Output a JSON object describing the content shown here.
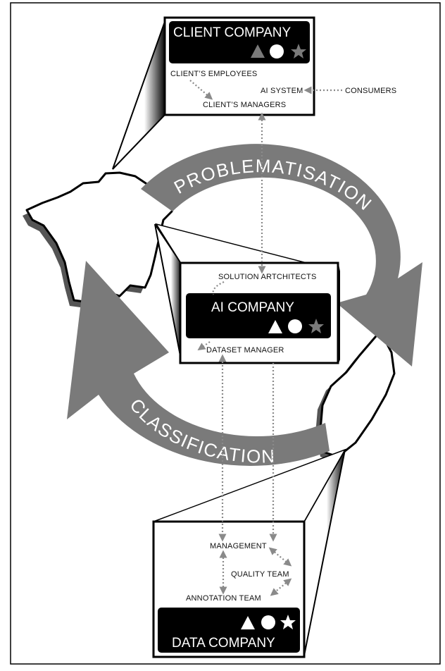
{
  "cycle": {
    "top_arrow_label": "PROBLEMATISATION",
    "bottom_arrow_label": "CLASSIFICATION",
    "arrow_color": "#7a7a7a"
  },
  "client_company": {
    "title": "CLIENT COMPANY",
    "actors": {
      "employees": "CLIENT’S EMPLOYEES",
      "managers": "CLIENT’S MANAGERS",
      "ai_system": "AI SYSTEM",
      "consumers": "CONSUMERS"
    },
    "icons": [
      "triangle-icon",
      "circle-icon",
      "star-icon"
    ]
  },
  "ai_company": {
    "title": "AI COMPANY",
    "actors": {
      "architects": "SOLUTION ARTCHITECTS",
      "dataset_manager": "DATASET MANAGER"
    },
    "icons": [
      "triangle-icon",
      "circle-icon",
      "star-icon"
    ]
  },
  "data_company": {
    "title": "DATA COMPANY",
    "actors": {
      "management": "MANAGEMENT",
      "quality": "QUALITY TEAM",
      "annotation": "ANNOTATION TEAM"
    },
    "icons": [
      "triangle-icon",
      "circle-icon",
      "star-icon"
    ]
  },
  "colors": {
    "panel_header": "#000000",
    "map_shadow": "#555555",
    "connector": "#8a8a8a"
  }
}
